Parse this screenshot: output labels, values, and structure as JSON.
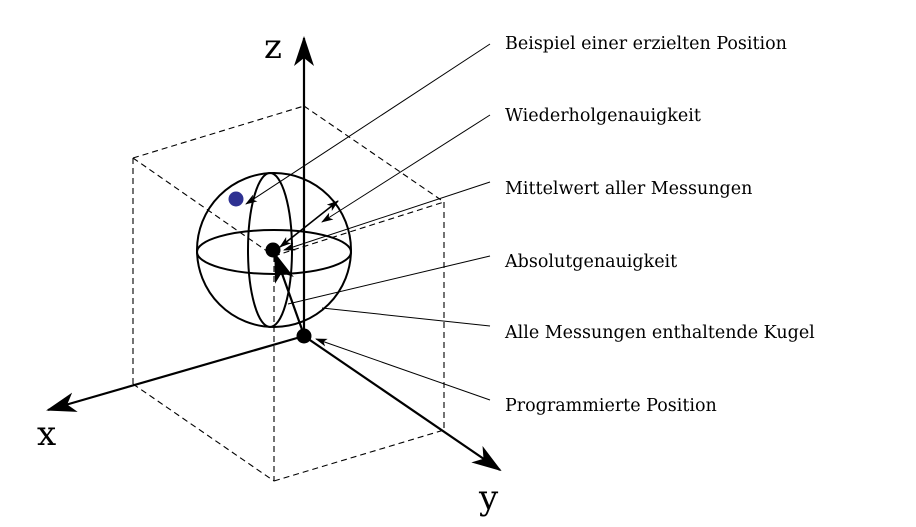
{
  "axes": {
    "x_label": "x",
    "y_label": "y",
    "z_label": "z"
  },
  "labels": {
    "example_position": "Beispiel einer erzielten Position",
    "repeatability": "Wiederholgenauigkeit",
    "mean_of_measurements": "Mittelwert aller Messungen",
    "absolute_accuracy": "Absolutgenauigkeit",
    "enclosing_sphere": "Alle Messungen enthaltende Kugel",
    "programmed_position": "Programmierte Position"
  },
  "colors": {
    "ink": "#000000",
    "example_point": "#2e3192"
  }
}
